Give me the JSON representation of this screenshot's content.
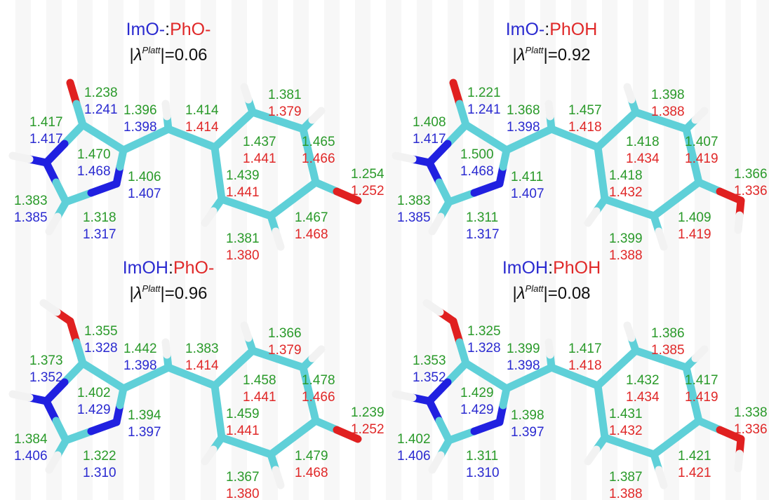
{
  "colors": {
    "green": "#2a9a2a",
    "blue": "#2a2ad0",
    "red": "#e02828",
    "cyan": "#5fd0d8",
    "oxygen": "#e02020",
    "nitrogen": "#2020e0",
    "hydrogen": "#f2f2f2"
  },
  "lambda_symbol": "λ",
  "lambda_sup": "Platt",
  "panels": [
    {
      "title_im": "ImO-",
      "title_sep": ":",
      "title_ph": "PhO-",
      "lambda_value": "=0.06",
      "im_O_protonated": false,
      "ph_O_protonated": false,
      "labels": [
        "1.238",
        "1.241",
        "1.417",
        "1.417",
        "1.396",
        "1.398",
        "1.414",
        "1.414",
        "1.381",
        "1.379",
        "1.470",
        "1.468",
        "1.437",
        "1.441",
        "1.465",
        "1.466",
        "1.254",
        "1.252",
        "1.406",
        "1.407",
        "1.439",
        "1.441",
        "1.383",
        "1.385",
        "1.318",
        "1.317",
        "1.467",
        "1.468",
        "1.381",
        "1.380"
      ]
    },
    {
      "title_im": "ImO-",
      "title_sep": ":",
      "title_ph": "PhOH",
      "lambda_value": "=0.92",
      "im_O_protonated": false,
      "ph_O_protonated": true,
      "labels": [
        "1.221",
        "1.241",
        "1.408",
        "1.417",
        "1.368",
        "1.398",
        "1.457",
        "1.418",
        "1.398",
        "1.388",
        "1.500",
        "1.468",
        "1.418",
        "1.434",
        "1.407",
        "1.419",
        "1.366",
        "1.336",
        "1.411",
        "1.407",
        "1.418",
        "1.432",
        "1.383",
        "1.385",
        "1.311",
        "1.317",
        "1.409",
        "1.419",
        "1.399",
        "1.388"
      ]
    },
    {
      "title_im": "ImOH",
      "title_sep": ":",
      "title_ph": "PhO-",
      "lambda_value": "=0.96",
      "im_O_protonated": true,
      "ph_O_protonated": false,
      "labels": [
        "1.355",
        "1.328",
        "1.373",
        "1.352",
        "1.442",
        "1.398",
        "1.383",
        "1.414",
        "1.366",
        "1.379",
        "1.402",
        "1.429",
        "1.458",
        "1.441",
        "1.478",
        "1.466",
        "1.239",
        "1.252",
        "1.394",
        "1.397",
        "1.459",
        "1.441",
        "1.384",
        "1.406",
        "1.322",
        "1.310",
        "1.479",
        "1.468",
        "1.367",
        "1.380"
      ]
    },
    {
      "title_im": "ImOH",
      "title_sep": ":",
      "title_ph": "PhOH",
      "lambda_value": "=0.08",
      "im_O_protonated": true,
      "ph_O_protonated": true,
      "labels": [
        "1.325",
        "1.328",
        "1.353",
        "1.352",
        "1.399",
        "1.398",
        "1.417",
        "1.418",
        "1.386",
        "1.385",
        "1.429",
        "1.429",
        "1.432",
        "1.434",
        "1.417",
        "1.419",
        "1.338",
        "1.336",
        "1.398",
        "1.397",
        "1.431",
        "1.432",
        "1.402",
        "1.406",
        "1.311",
        "1.310",
        "1.421",
        "1.421",
        "1.387",
        "1.388"
      ]
    }
  ]
}
